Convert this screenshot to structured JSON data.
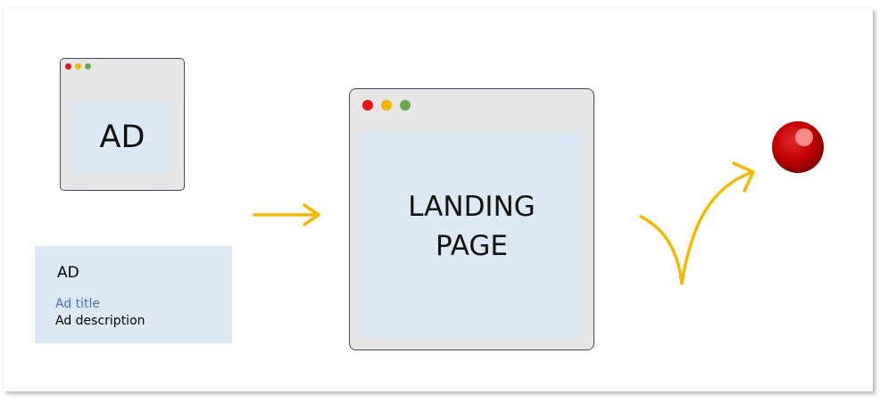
{
  "ad_window": {
    "label": "AD"
  },
  "text_ad": {
    "label": "AD",
    "title": "Ad title",
    "description": "Ad description"
  },
  "landing_page": {
    "line1": "LANDING",
    "line2": "PAGE"
  },
  "colors": {
    "window_border": "#3f4a5c",
    "window_bg": "#e6e6e6",
    "panel_bg": "#dce8f4",
    "dot_red": "#e8131b",
    "dot_yellow": "#f2b705",
    "dot_green": "#6aa84f",
    "arrow": "#f5b800",
    "ad_title": "#4472c4",
    "conversion_ball": "#c00000"
  },
  "icons": [
    "window-close-dot",
    "window-minimize-dot",
    "window-maximize-dot",
    "right-arrow-icon",
    "curved-arrow-icon",
    "conversion-ball-icon"
  ]
}
